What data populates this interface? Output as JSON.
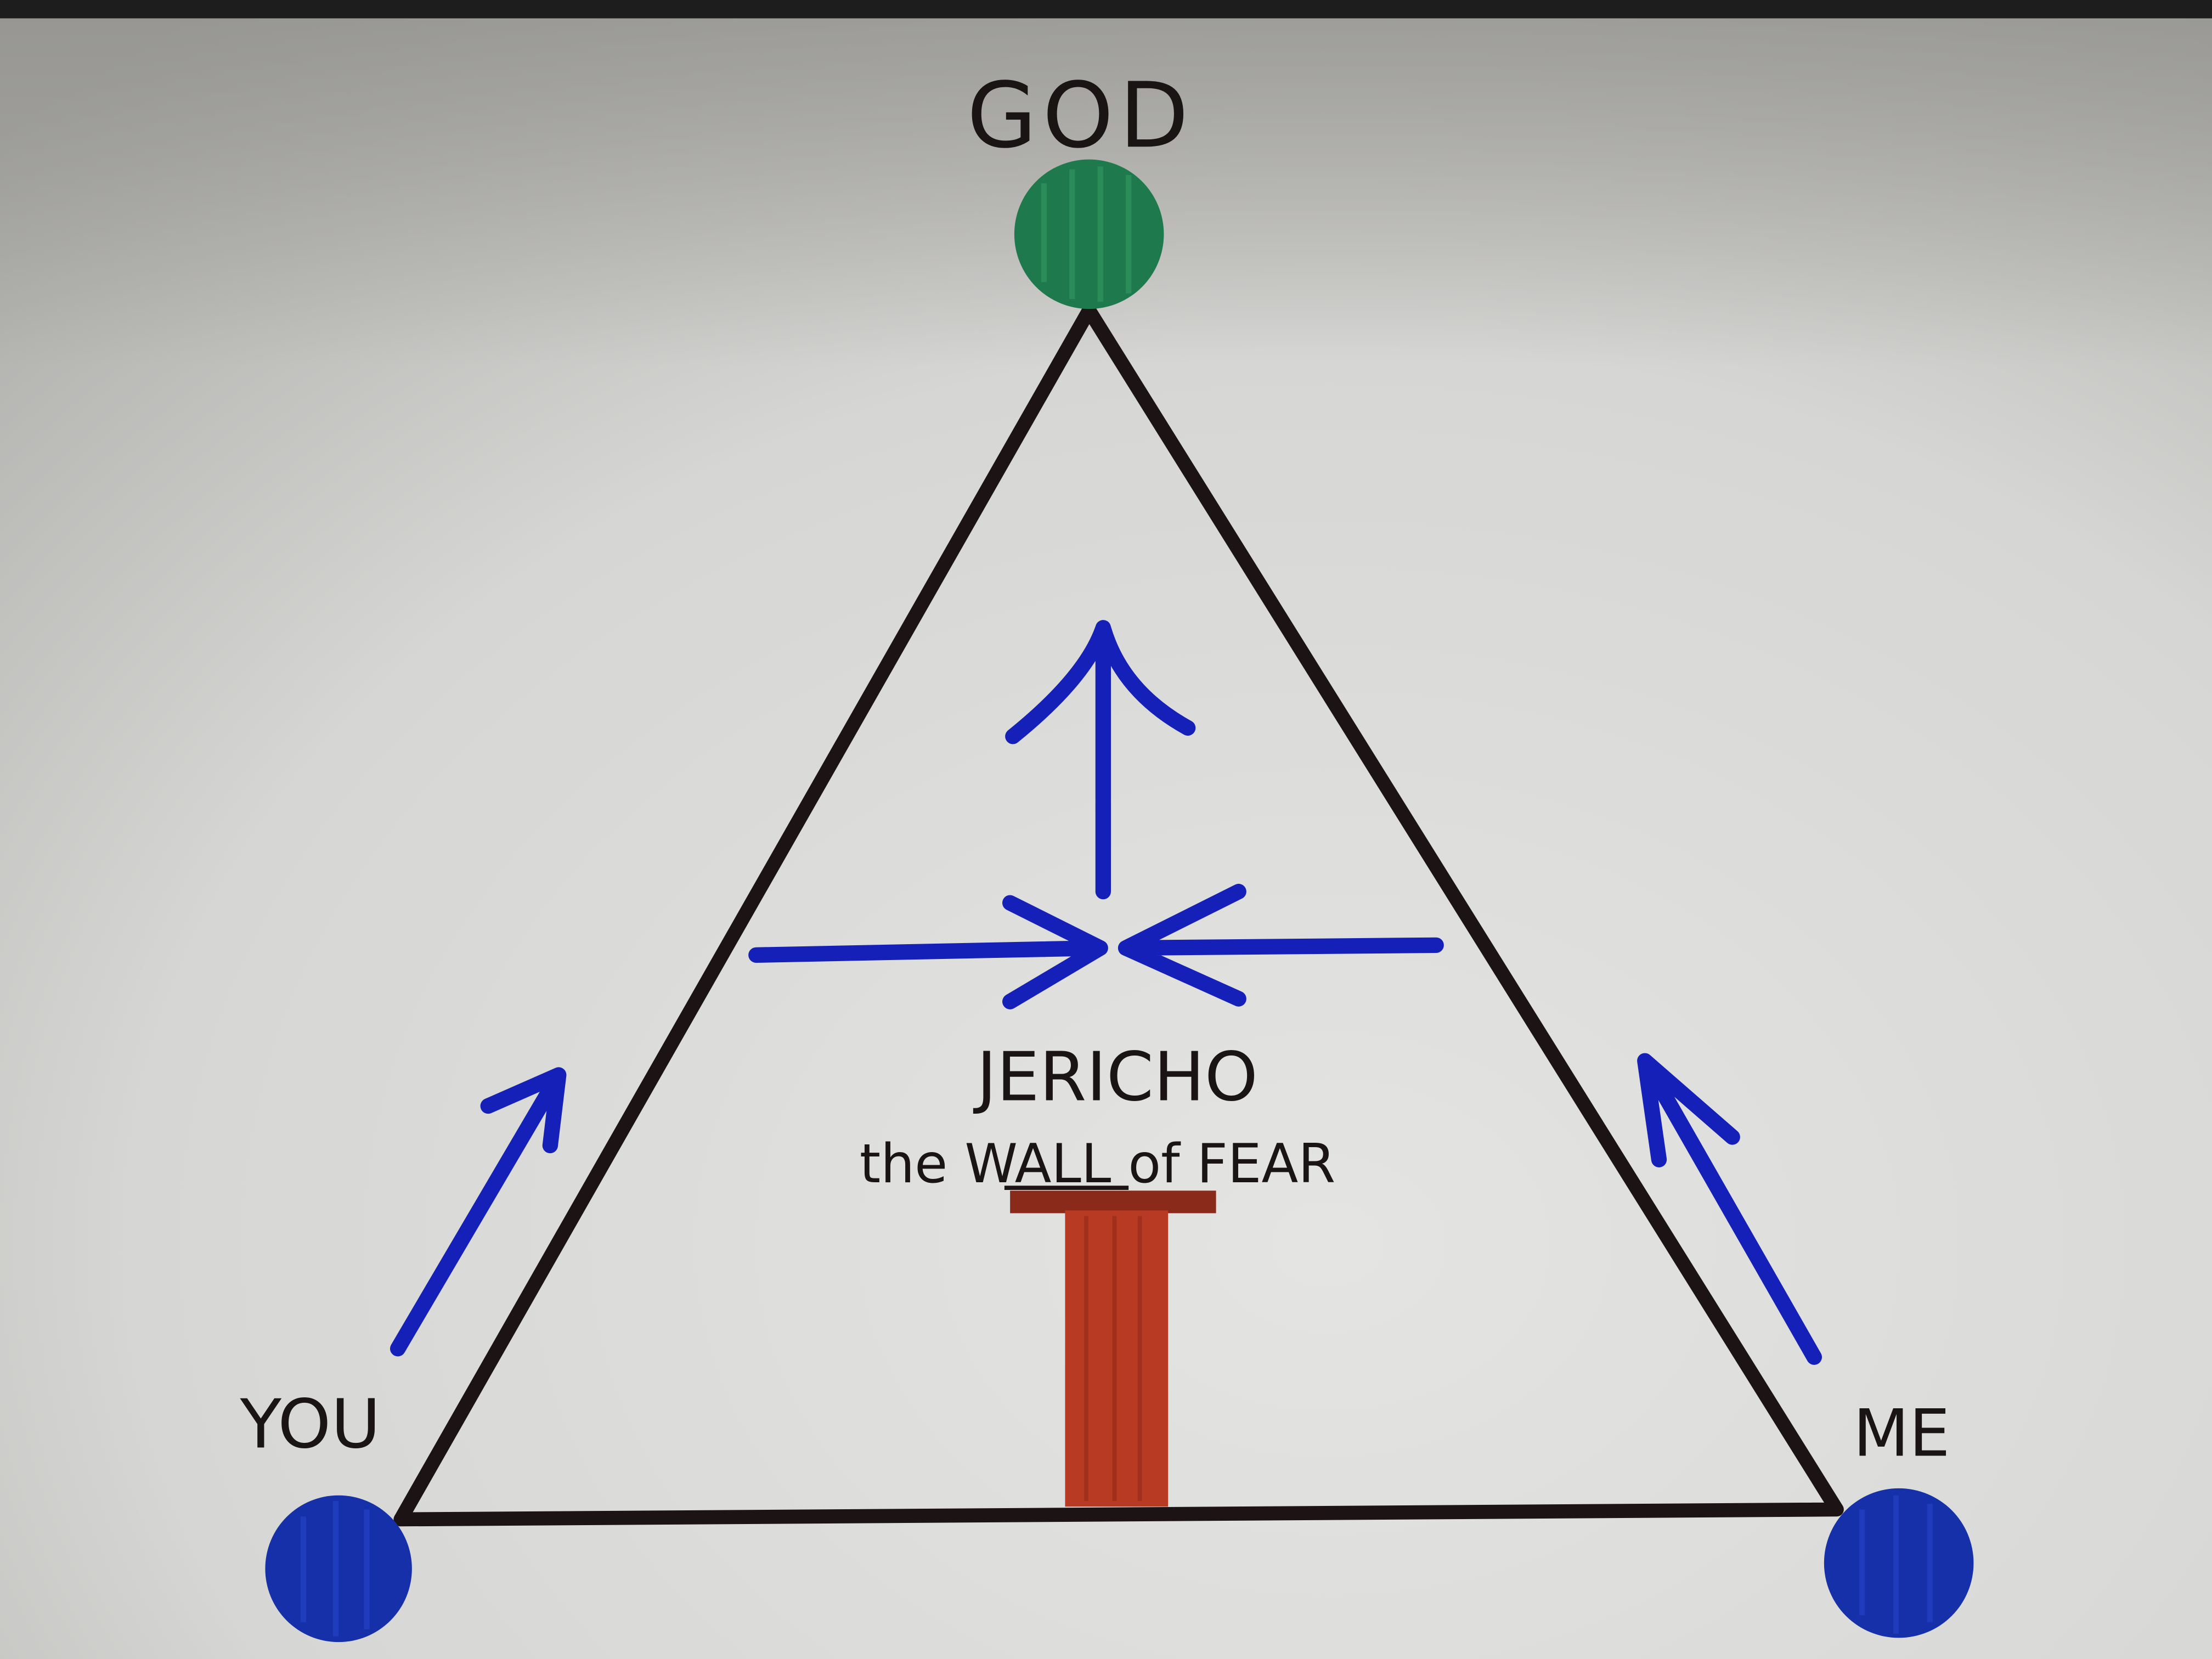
{
  "diagram": {
    "labels": {
      "top": "GOD",
      "bottom_left": "YOU",
      "bottom_right": "ME",
      "wall_title": "JERICHO",
      "wall_subtitle_pre": "the ",
      "wall_subtitle_wall": "WALL",
      "wall_subtitle_post": " of FEAR"
    },
    "colors": {
      "god_node": "#1e7a4c",
      "person_node": "#1530a8",
      "arrow": "#1420b8",
      "wall": "#b83a22",
      "triangle": "#1c1414",
      "board": "#dcdcda"
    }
  }
}
